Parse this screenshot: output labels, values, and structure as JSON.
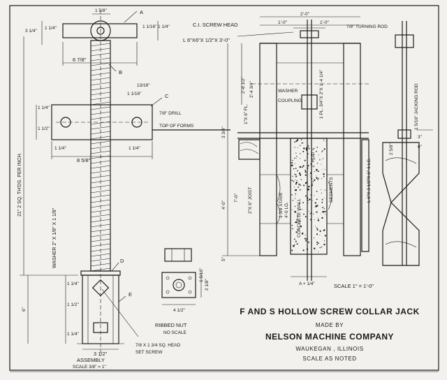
{
  "drawing": {
    "title": "F AND S HOLLOW SCREW COLLAR JACK",
    "made_by": "MADE BY",
    "company": "NELSON MACHINE COMPANY",
    "location": "WAUKEGAN , ILLINOIS",
    "scale_note": "SCALE AS NOTED"
  },
  "assembly": {
    "label": "ASSEMBLY",
    "scale": "SCALE 3/8\" = 1\"",
    "callouts": [
      "A",
      "B",
      "C",
      "D",
      "E"
    ],
    "dims": {
      "top_width": "1 5/8\"",
      "head_height": "3 1/4\"",
      "head_side": "1 1/4\"",
      "head_right_a": "1 1/16\"",
      "head_right_b": "1 1/4\"",
      "handle_len": "6 7/8\"",
      "collar_hole": "13/16\"",
      "collar_a": "1 1/16\"",
      "collar_b": "1 1/4\"",
      "collar_h": "1 1/2\"",
      "collar_w": "8 5/8\"",
      "collar_side_l": "1 1/4\"",
      "collar_side_r": "1 1/4\"",
      "thread": "21\" 2 SQ. TH'DS. PER INCH.",
      "washer": "WASHER 2\" X 1/8\" X 1 1/8\"",
      "base_h": "6\"",
      "base_a": "1 1/4\"",
      "base_b": "1 1/2\"",
      "base_c": "1 1/4\"",
      "base_w": "3 1/2\"",
      "drill": "7/8\" DRILL",
      "top_of_forms": "TOP OF FORMS",
      "set_screw": "7/8 X 1 3/4 SQ. HEAD",
      "set_screw_2": "SET SCREW"
    }
  },
  "nut": {
    "label": "RIBBED NUT",
    "scale": "NO SCALE",
    "width": "4 1/2\"",
    "height_a": "2 1/8\"",
    "height_b": "1 5/16\""
  },
  "section": {
    "scale": "SCALE 1\" = 1'-0\"",
    "top_w": "2'-0\"",
    "half_l": "1'-0\"",
    "half_r": "1'-0\"",
    "turning_rod": "7/8\" TURNING ROD",
    "screw_head": "C.I. SCREW HEAD",
    "angle_top": "L 6\"X6\"X 1/2\"X 3'-0\"",
    "dim_a": "2'-8 1/2\"",
    "dim_b": "2'-4 3/4\"",
    "dim_c": "7'-0\"",
    "dim_d": "4'-0\"",
    "dim_e": "5\"",
    "dim_f": "3 3/4\"",
    "washer": "WASHER",
    "coupling": "COUPLING",
    "plate": "1 PL. 3/4\"X 2\"X 1'-4 1/4\"",
    "fl": "1\"X 6\" FL.",
    "joist": "2\"X 6\" JOIST",
    "stave": "1 3/8 STAVE",
    "stave_2": "4'-0 LG.",
    "concrete": "CONCRETE WALL",
    "rod": "1\" ROD",
    "segments": "SEGMENTS",
    "angle_side": "L 6\"X 3 1/2\"X 6\"-6 LG.",
    "bottom": "A + 1/4\"",
    "jacking_rod": "1 5/16\" JACKING ROD",
    "side_a": "3\"",
    "side_b": "6\"",
    "side_c": "2 5/8\""
  }
}
